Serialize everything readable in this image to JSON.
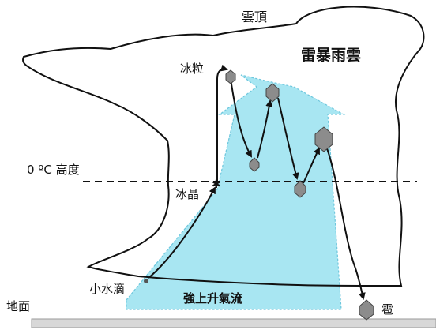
{
  "labels": {
    "cloud_top": "雲頂",
    "storm_cloud": "雷暴雨雲",
    "ice_pellet": "冰粒",
    "freezing_level": "0 ºC 高度",
    "ice_crystal": "冰晶",
    "water_droplet": "小水滴",
    "updraft": "強上升氣流",
    "ground": "地面",
    "hail": "雹"
  },
  "colors": {
    "updraft_fill": "#a8e6f2",
    "cloud_outline": "#111111",
    "hexagon_fill": "#8c8c8c",
    "ground_fill": "#d8d8d8"
  }
}
